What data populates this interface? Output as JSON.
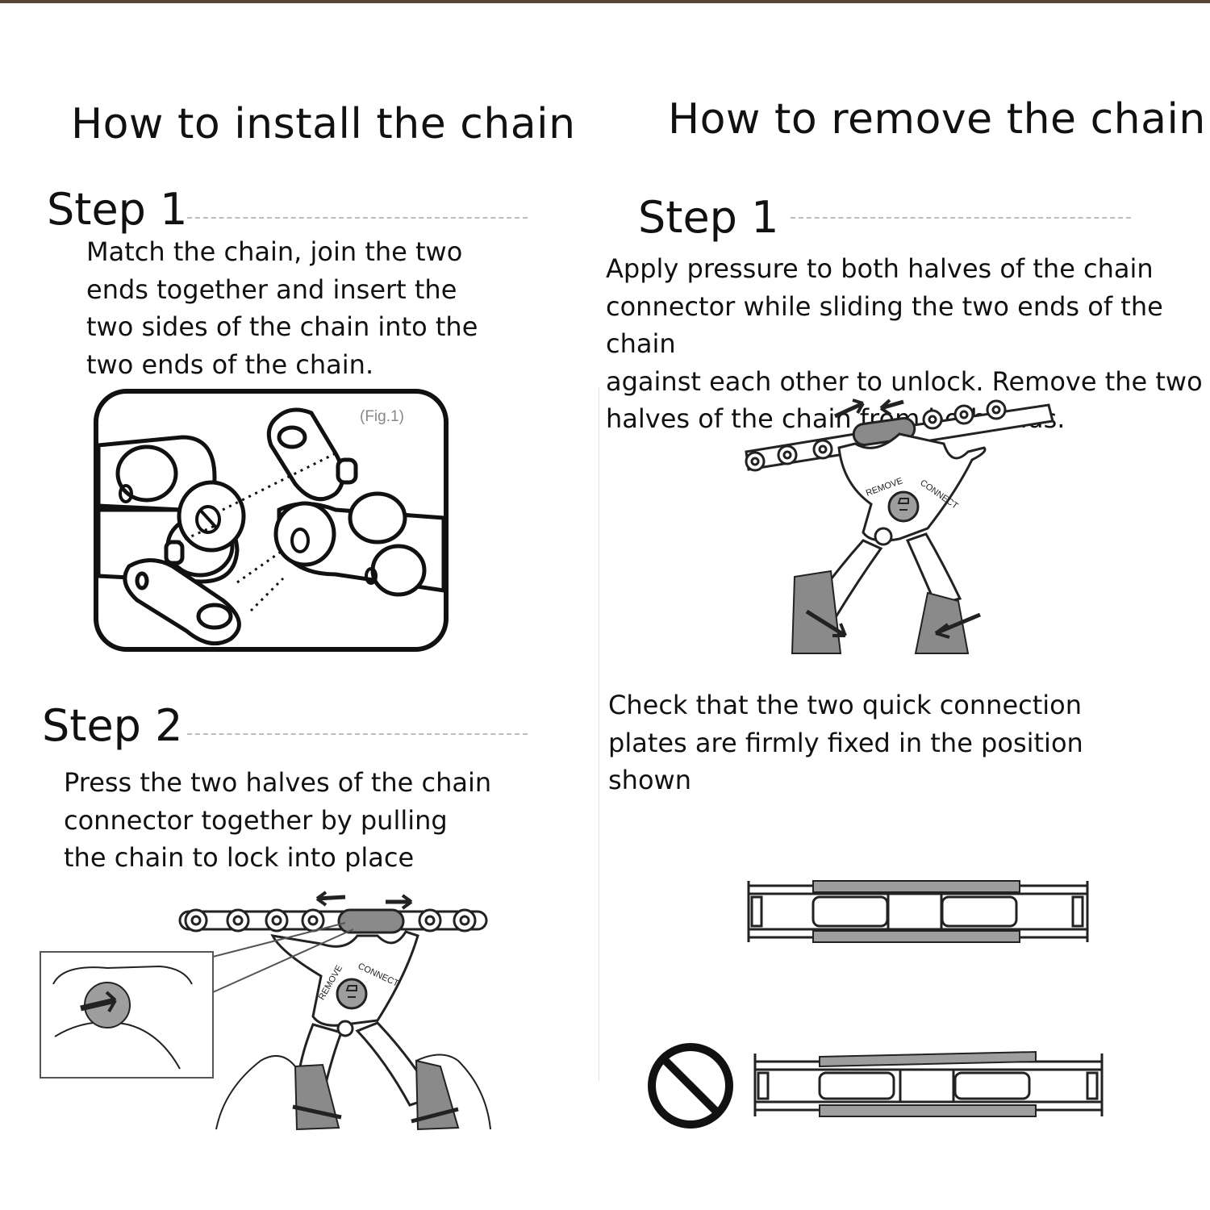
{
  "install": {
    "title": "How to install the chain",
    "step1": {
      "label": "Step 1",
      "text": "Match the chain, join the two\nends together and insert the\ntwo sides of the chain into the\ntwo ends of the chain.",
      "figure_label": "(Fig.1)"
    },
    "step2": {
      "label": "Step 2",
      "text": "Press the two halves of the chain\nconnector together by pulling\nthe chain to lock into place"
    }
  },
  "remove": {
    "title": "How to remove the chain",
    "step1": {
      "label": "Step 1",
      "text": "Apply pressure to both halves of the chain\nconnector while sliding the two ends of the chain\nagainst each other to unlock. Remove the two\nhalves of the chain from both ends."
    },
    "check": {
      "text": "Check that the two quick connection\nplates are firmly fixed in the position\nshown"
    }
  },
  "tool": {
    "label_remove": "REMOVE",
    "label_connect": "CONNECT"
  },
  "colors": {
    "line": "#222222",
    "grip": "#8a8a8a",
    "plate": "#9e9e9e",
    "accent_bar": "#5a4634"
  },
  "icons": [
    "chain-connector-illustration",
    "chain-tool-illustration",
    "prohibited-icon"
  ]
}
